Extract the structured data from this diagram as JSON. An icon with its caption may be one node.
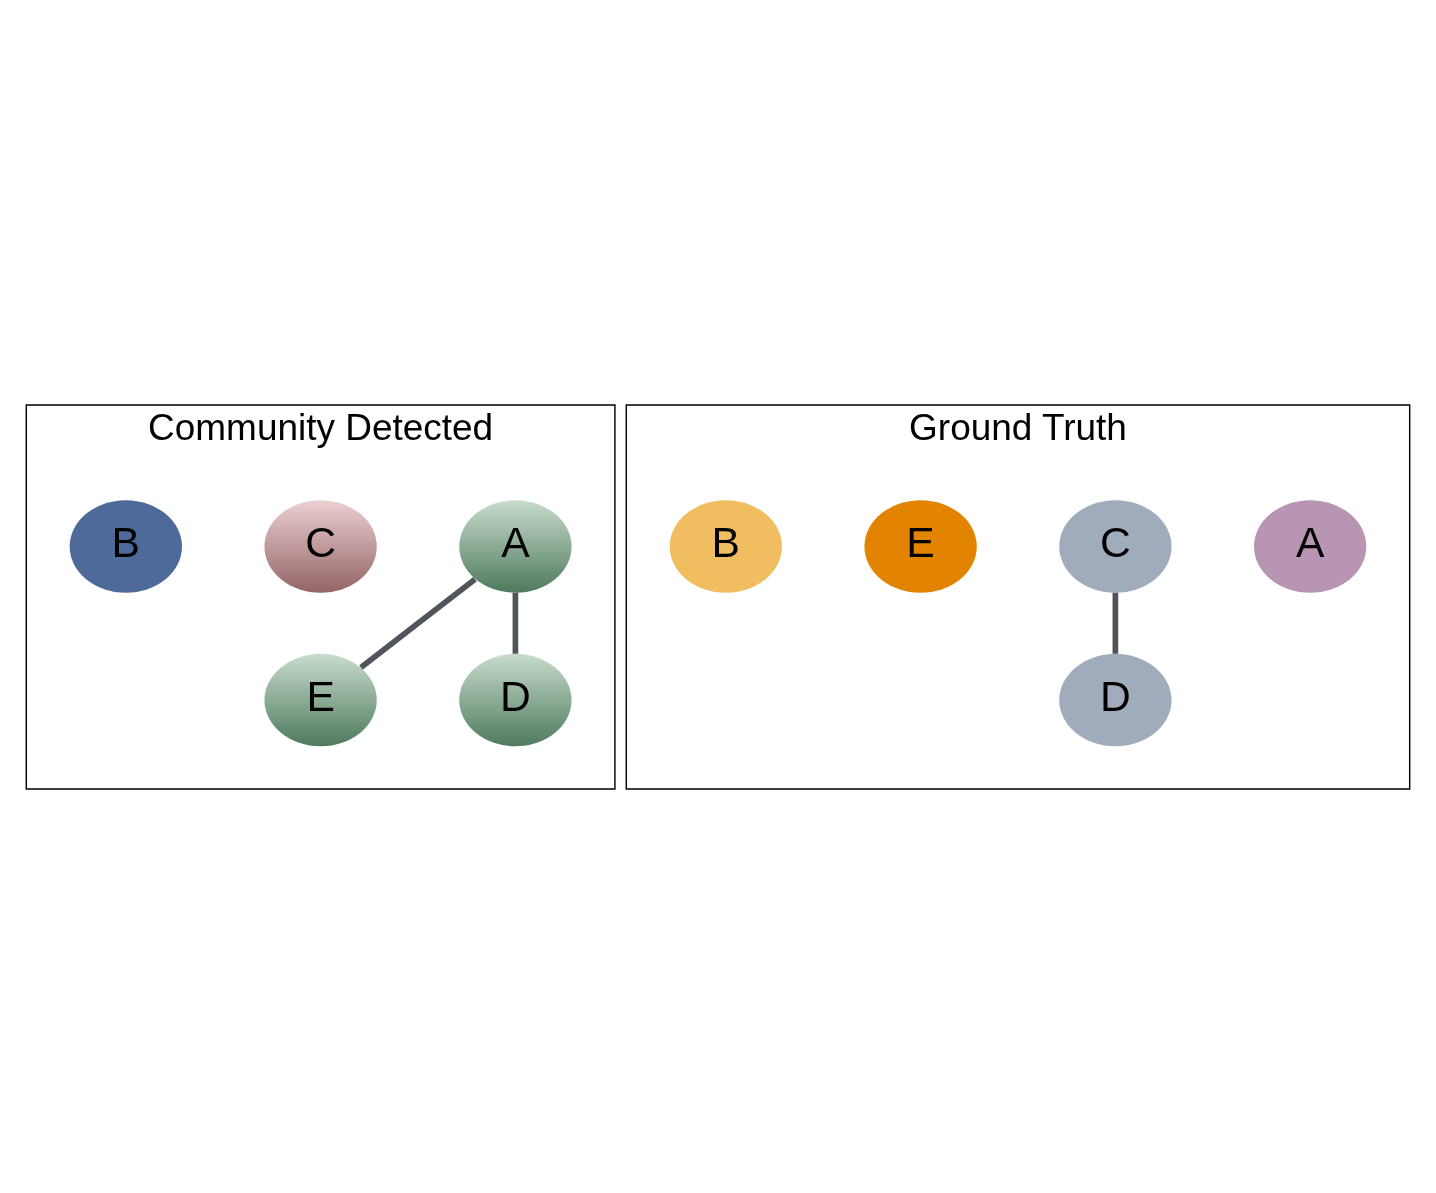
{
  "diagram": {
    "nodes": [
      {
        "text": [
          "Community Detected"
        ]
      },
      {
        "text": [
          "A"
        ],
        "in": 0
      },
      {
        "text": [
          "E"
        ],
        "in": 0
      },
      {
        "text": [
          "D"
        ],
        "in": 0
      },
      {
        "text": [
          "C"
        ],
        "in": 0
      },
      {
        "text": [
          "B"
        ],
        "in": 0
      },
      {
        "text": [
          "Ground Truth"
        ]
      },
      {
        "text": [
          "A"
        ],
        "in": 6
      },
      {
        "text": [
          "C"
        ],
        "in": 6
      },
      {
        "text": [
          "D"
        ],
        "in": 6
      },
      {
        "text": [
          "E"
        ],
        "in": 6
      },
      {
        "text": [
          "B"
        ],
        "in": 6
      }
    ],
    "edges": [
      {
        "from": 1,
        "to": 2,
        "arrow": "none"
      },
      {
        "from": 1,
        "to": 3,
        "arrow": "none"
      },
      {
        "from": 8,
        "to": 9,
        "arrow": "none"
      }
    ]
  }
}
